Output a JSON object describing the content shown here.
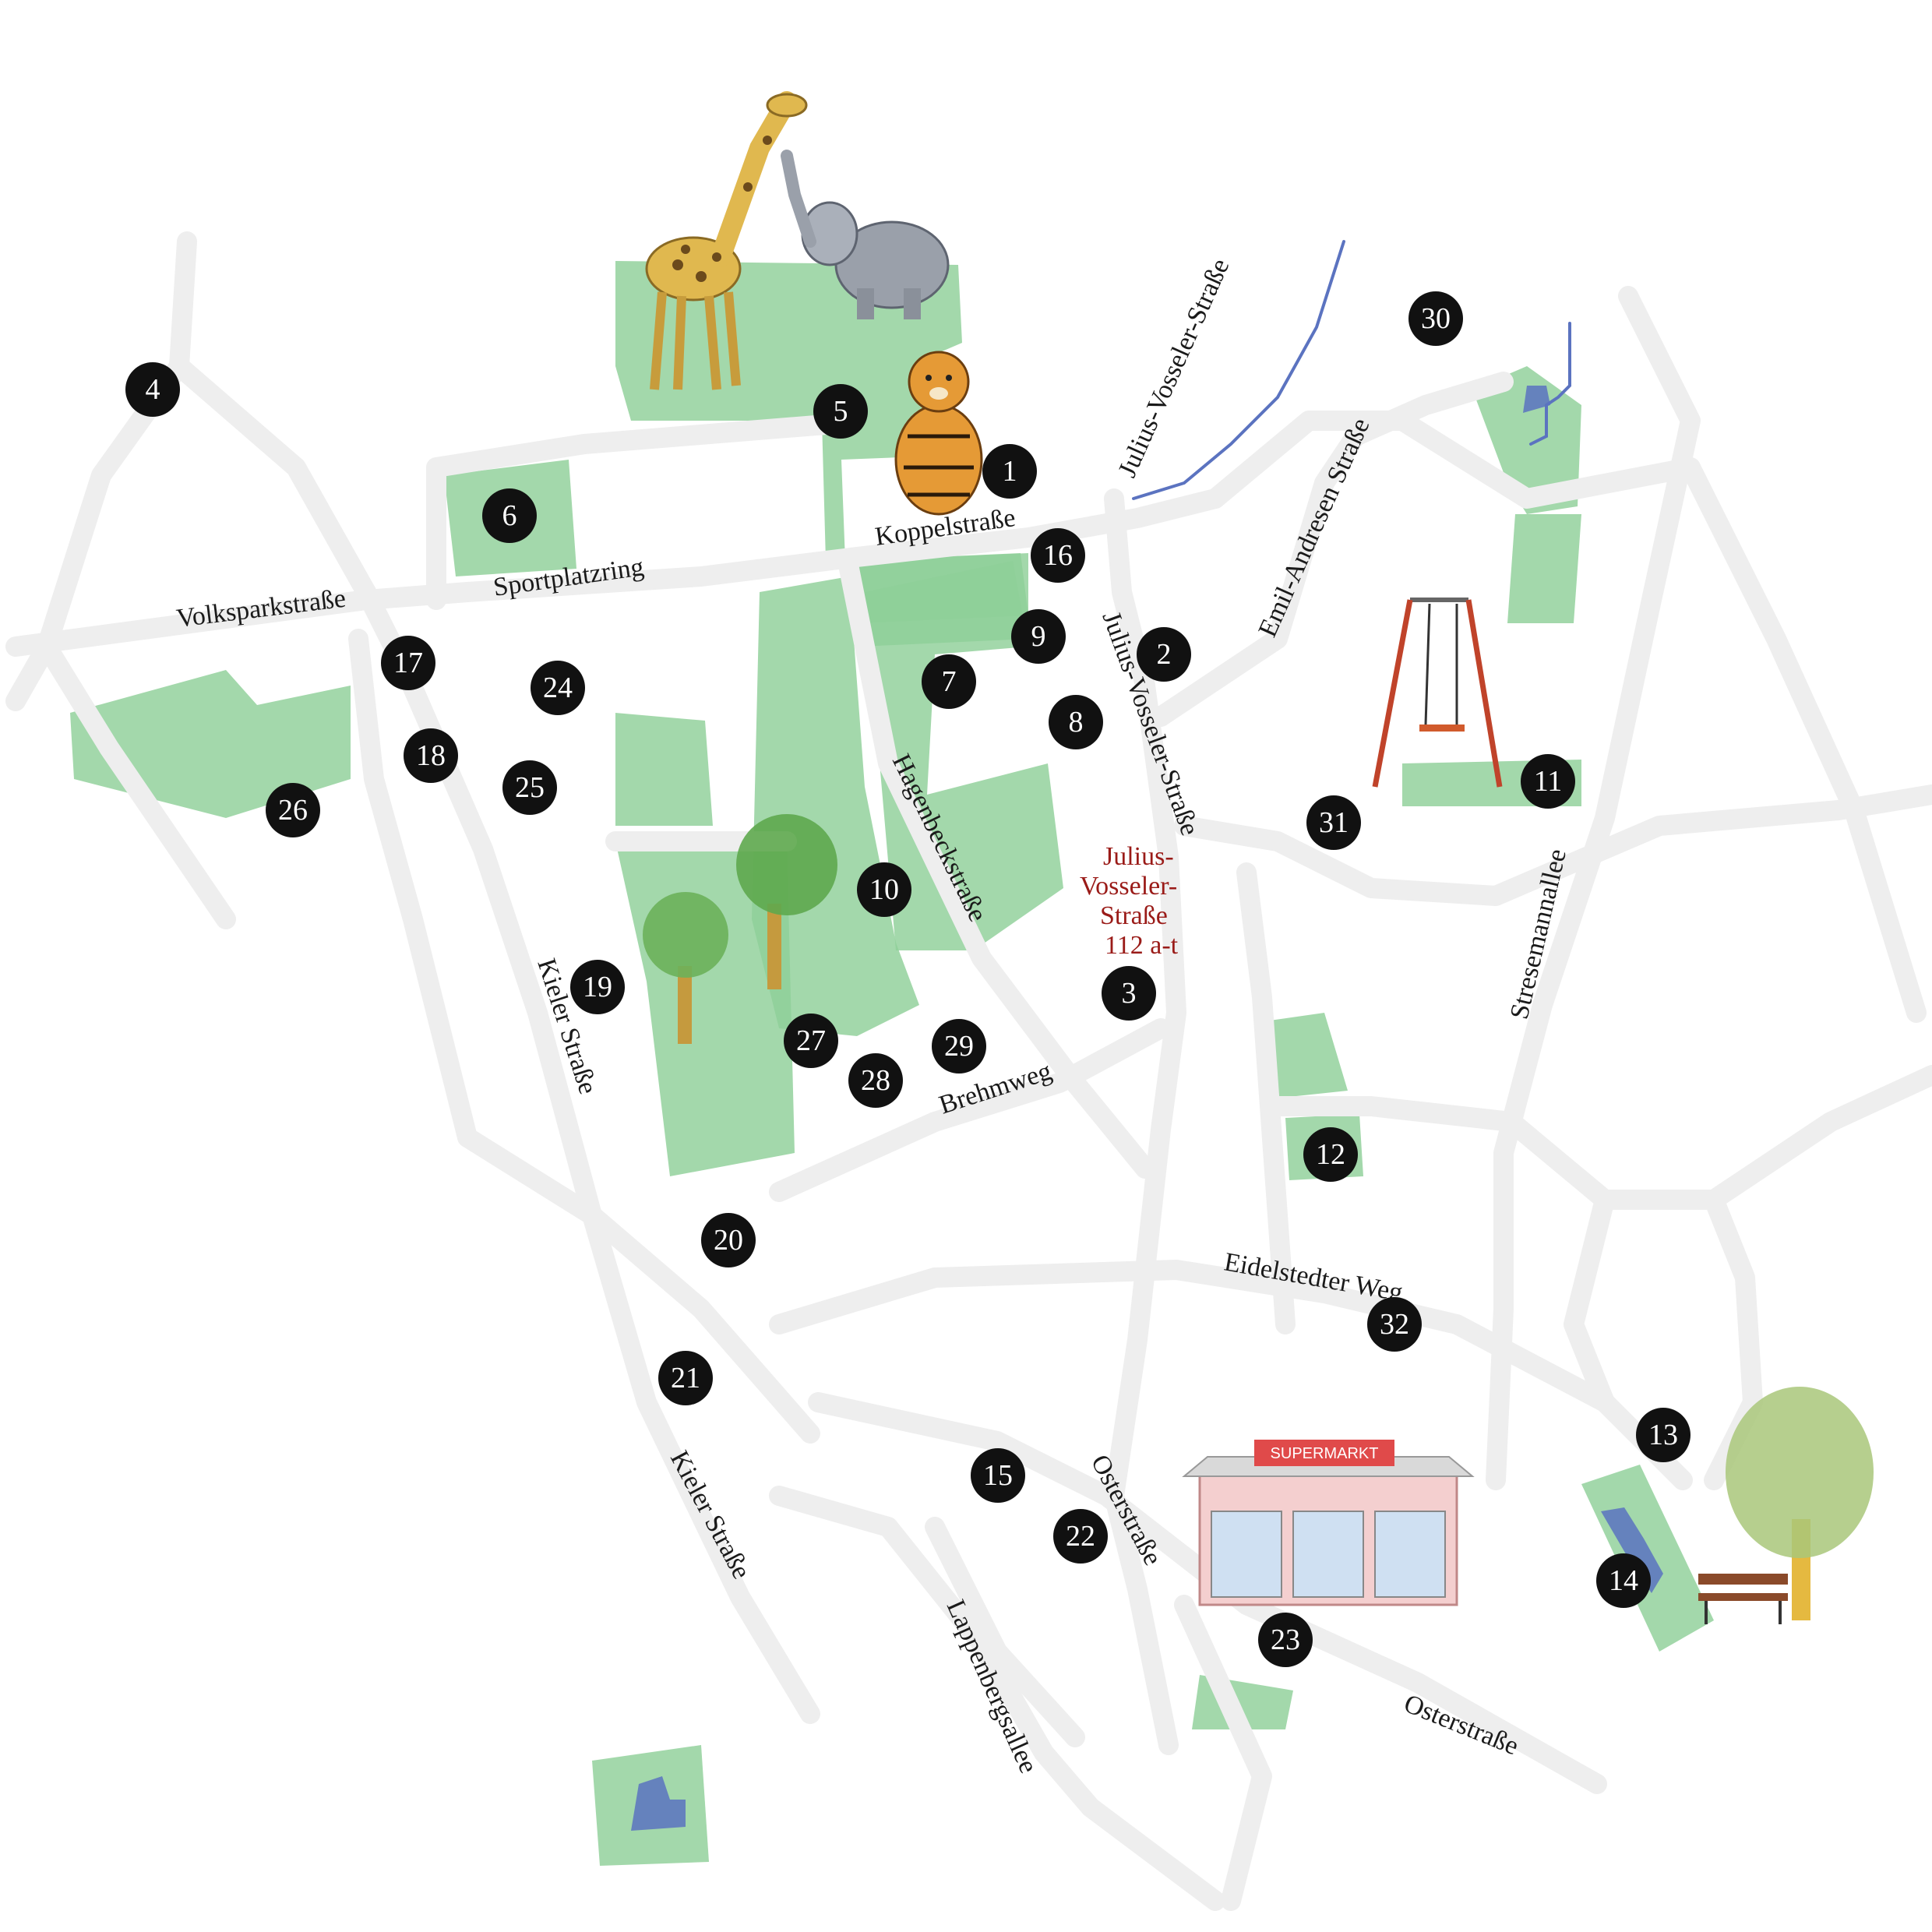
{
  "streets": {
    "koppelstrasse": "Koppelstraße",
    "sportplatzring": "Sportplatzring",
    "volksparkstrasse": "Volksparkstraße",
    "julius_vosseler_north": "Julius-Vosseler-Straße",
    "julius_vosseler_mid": "Julius-Vosseler-Straße",
    "emil_andresen": "Emil-Andresen Straße",
    "hagenbeckstrasse": "Hagenbeckstraße",
    "stresemannallee": "Stresemannallee",
    "brehmweg": "Brehmweg",
    "kieler_north": "Kieler Straße",
    "kieler_south": "Kieler Straße",
    "eidelstedter_weg": "Eidelstedter Weg",
    "osterstrasse_west": "Osterstraße",
    "osterstrasse_east": "Osterstraße",
    "lappenbergsallee": "Lappenbergsallee"
  },
  "highlight": {
    "line1": "Julius-",
    "line2": "Vosseler-",
    "line3": "Straße",
    "line4": "112 a-t"
  },
  "supermarket_sign": "SUPERMARKT",
  "markers": {
    "m1": "1",
    "m2": "2",
    "m3": "3",
    "m4": "4",
    "m5": "5",
    "m6": "6",
    "m7": "7",
    "m8": "8",
    "m9": "9",
    "m10": "10",
    "m11": "11",
    "m12": "12",
    "m13": "13",
    "m14": "14",
    "m15": "15",
    "m16": "16",
    "m17": "17",
    "m18": "18",
    "m19": "19",
    "m20": "20",
    "m21": "21",
    "m22": "22",
    "m23": "23",
    "m24": "24",
    "m25": "25",
    "m26": "26",
    "m27": "27",
    "m28": "28",
    "m29": "29",
    "m30": "30",
    "m31": "31",
    "m32": "32"
  },
  "colors": {
    "road": "#eeeeee",
    "park": "#8fcf98",
    "water": "#5b73c0",
    "marker": "#111111",
    "highlight_text": "#9a1b18"
  },
  "icons": [
    "giraffe-icon",
    "elephant-icon",
    "tiger-icon",
    "tree-icon",
    "swing-icon",
    "supermarket-icon",
    "weeping-willow-icon",
    "bench-icon"
  ]
}
